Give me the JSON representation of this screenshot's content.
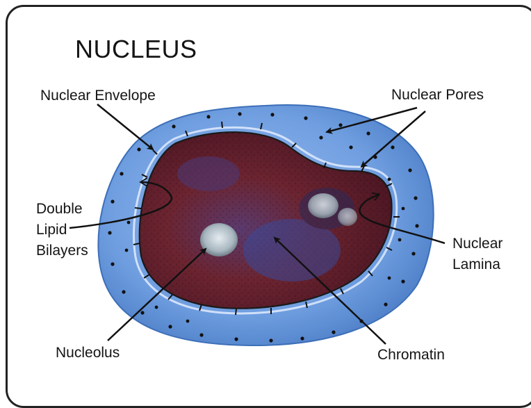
{
  "diagram": {
    "title": "NUCLEUS",
    "labels": {
      "nuclear_envelope": "Nuclear Envelope",
      "nuclear_pores": "Nuclear Pores",
      "double_lipid_bilayers": [
        "Double",
        "Lipid",
        "Bilayers"
      ],
      "nuclear_lamina": [
        "Nuclear",
        "Lamina"
      ],
      "nucleolus": "Nucleolus",
      "chromatin": "Chromatin"
    },
    "colors": {
      "envelope": "#6f9ee0",
      "envelope_edge": "#3d6fb8",
      "interior": "#6b2430",
      "interior_dark": "#3e1220",
      "nucleolus": "#b8c4cc",
      "pore_dots": "#111111",
      "arrow": "#111111"
    }
  }
}
